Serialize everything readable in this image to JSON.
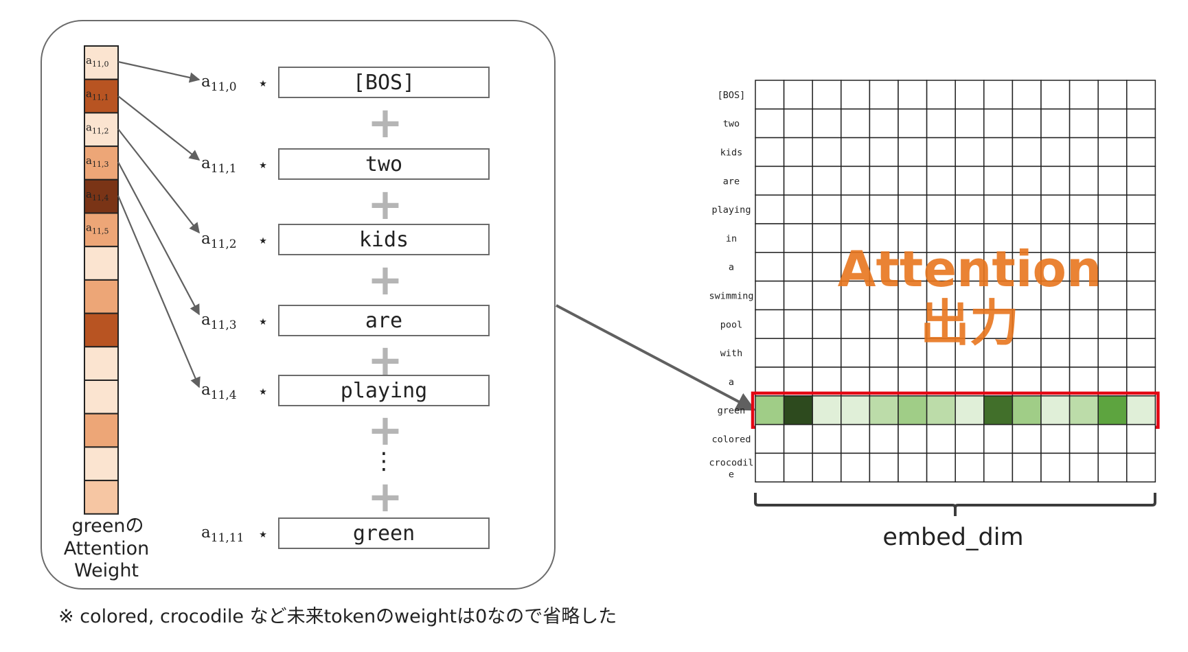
{
  "weights": {
    "caption_lines": [
      "greenの",
      "Attention",
      "Weight"
    ],
    "cell_labels": [
      "a11,0",
      "a11,1",
      "a11,2",
      "a11,3",
      "a11,4",
      "a11,5"
    ],
    "cell_colors": [
      "#fbe4d0",
      "#b85422",
      "#fbe4d0",
      "#eda677",
      "#7a3416",
      "#eda677",
      "#fbe4d0",
      "#eda677",
      "#b85422",
      "#fbe4d0",
      "#fbe4d0",
      "#eda677",
      "#fbe4d0",
      "#f6c6a3"
    ]
  },
  "terms": [
    {
      "coef": "a11,0",
      "token": "[BOS]"
    },
    {
      "coef": "a11,1",
      "token": "two"
    },
    {
      "coef": "a11,2",
      "token": "kids"
    },
    {
      "coef": "a11,3",
      "token": "are"
    },
    {
      "coef": "a11,4",
      "token": "playing"
    },
    {
      "coef": "a11,11",
      "token": "green"
    }
  ],
  "operators": {
    "times": "⋆",
    "plus": "+",
    "vdots": "⋮"
  },
  "grid": {
    "row_labels": [
      "[BOS]",
      "two",
      "kids",
      "are",
      "playing",
      "in",
      "a",
      "swimming",
      "pool",
      "with",
      "a",
      "green",
      "colored",
      "crocodil\ne"
    ],
    "highlight_row": "green",
    "highlight_colors": [
      "#a0cd87",
      "#2d4a1e",
      "#e0efd8",
      "#e0efd8",
      "#bcdca9",
      "#a0cd87",
      "#bcdca9",
      "#e0efd8",
      "#416f2a",
      "#a0cd87",
      "#e0efd8",
      "#bcdca9",
      "#5da43f",
      "#e0efd8"
    ],
    "overlay_line1": "Attention",
    "overlay_line2": "出力",
    "axis_label": "embed_dim"
  },
  "footnote": "※ colored, crocodile など未来tokenのweightは0なので省略した",
  "colors": {
    "accent_orange": "#e8761e",
    "highlight_red": "#e30613",
    "arrow_gray": "#606060",
    "plus_gray": "#b5b5b5"
  }
}
